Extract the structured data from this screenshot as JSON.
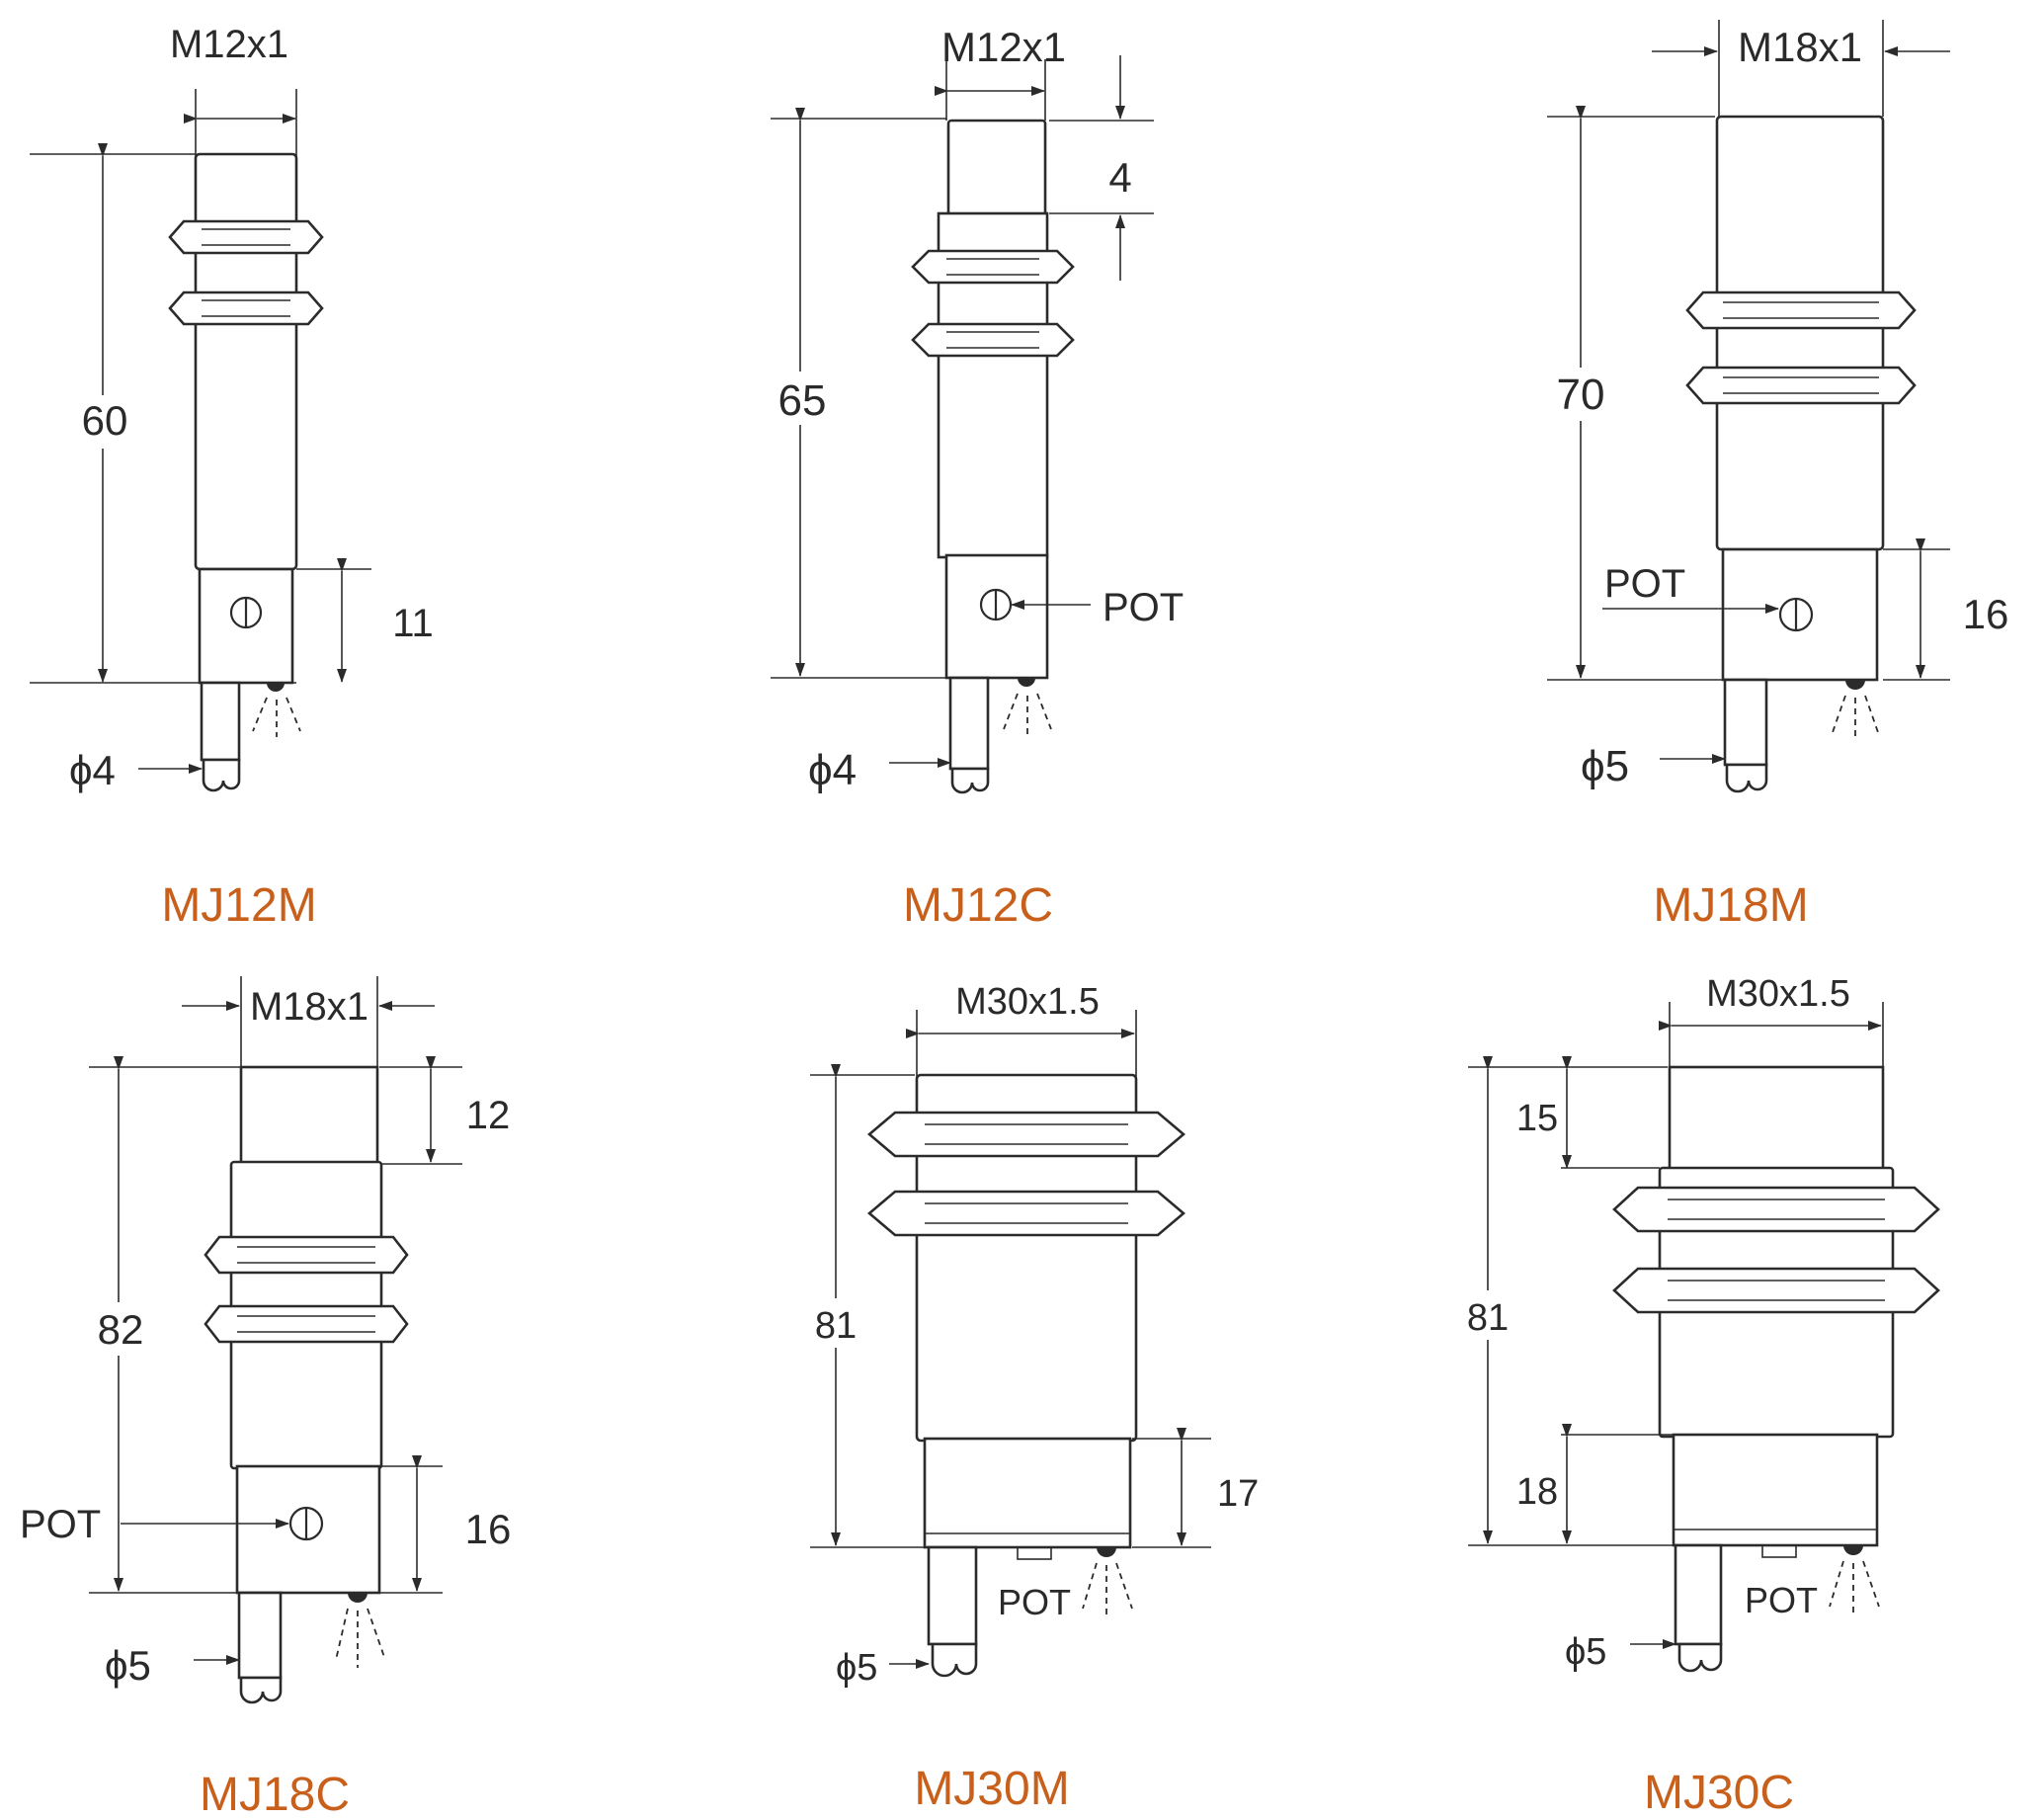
{
  "colors": {
    "line": "#2b2b2b",
    "text": "#2a2a2a",
    "model": "#c8601c",
    "background": "#ffffff"
  },
  "drawings": [
    {
      "model": "MJ12M",
      "thread": "M12x1",
      "length": "60",
      "tail": "11",
      "cable": "ϕ4",
      "pot": ""
    },
    {
      "model": "MJ12C",
      "thread": "M12x1",
      "length": "65",
      "tail": "4",
      "cable": "ϕ4",
      "pot": "POT"
    },
    {
      "model": "MJ18M",
      "thread": "M18x1",
      "length": "70",
      "tail": "16",
      "cable": "ϕ5",
      "pot": "POT"
    },
    {
      "model": "MJ18C",
      "thread": "M18x1",
      "length": "82",
      "top": "12",
      "tail": "16",
      "cable": "ϕ5",
      "pot": "POT"
    },
    {
      "model": "MJ30M",
      "thread": "M30x1.5",
      "length": "81",
      "tail": "17",
      "cable": "ϕ5",
      "pot": "POT"
    },
    {
      "model": "MJ30C",
      "thread": "M30x1.5",
      "length": "81",
      "top": "15",
      "tail": "18",
      "cable": "ϕ5",
      "pot": "POT"
    }
  ]
}
